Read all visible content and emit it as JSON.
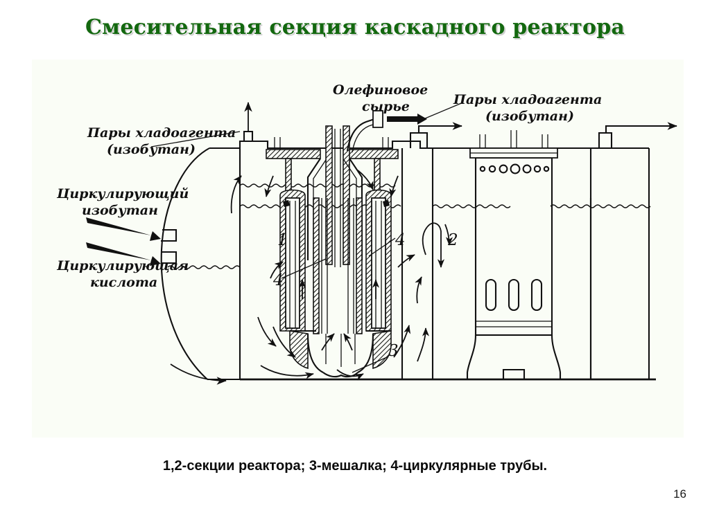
{
  "slide": {
    "title": "Смесительная секция каскадного реактора",
    "caption": "1,2-секции реактора; 3-мешалка; 4-циркулярные трубы.",
    "page_number": "16"
  },
  "colors": {
    "title_green": "#13680f",
    "title_shadow": "#cfcfcf",
    "panel_background": "#fafdf6",
    "line_black": "#111111",
    "slide_background": "#ffffff"
  },
  "diagram": {
    "labels": [
      {
        "id": "coolant-vapor-left",
        "line1": "Пары хладоагента",
        "line2": "(изобутан)"
      },
      {
        "id": "circulating-isobutane",
        "line1": "Циркулирующий",
        "line2": "изобутан"
      },
      {
        "id": "circulating-acid",
        "line1": "Циркулирующая",
        "line2": "кислота"
      },
      {
        "id": "olefin-feed",
        "line1": "Олефиновое",
        "line2": "сырье"
      },
      {
        "id": "coolant-vapor-right",
        "line1": "Пары хладоагента",
        "line2": "(изобутан)"
      }
    ],
    "callouts": [
      {
        "id": "callout-section-1",
        "text": "1"
      },
      {
        "id": "callout-circ-tube-left",
        "text": "4"
      },
      {
        "id": "callout-circ-tube-right",
        "text": "4"
      },
      {
        "id": "callout-mixer",
        "text": "3"
      },
      {
        "id": "callout-section-2",
        "text": "2"
      }
    ]
  }
}
